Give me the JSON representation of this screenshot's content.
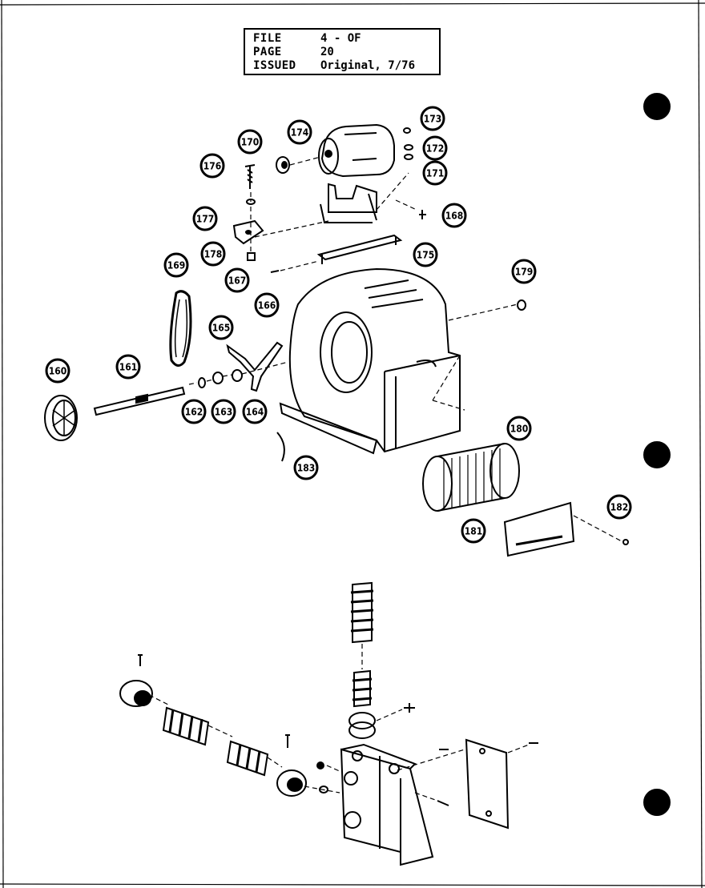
{
  "header": {
    "file_label": "FILE",
    "file_value": "4 - OF",
    "page_label": "PAGE",
    "page_value": "20",
    "issued_label": "ISSUED",
    "issued_value": "Original, 7/76"
  },
  "callouts": [
    {
      "id": "c174",
      "label": "174"
    },
    {
      "id": "c170",
      "label": "170"
    },
    {
      "id": "c173",
      "label": "173"
    },
    {
      "id": "c172",
      "label": "172"
    },
    {
      "id": "c171",
      "label": "171"
    },
    {
      "id": "c176",
      "label": "176"
    },
    {
      "id": "c177",
      "label": "177"
    },
    {
      "id": "c168",
      "label": "168"
    },
    {
      "id": "c178",
      "label": "178"
    },
    {
      "id": "c175",
      "label": "175"
    },
    {
      "id": "c167",
      "label": "167"
    },
    {
      "id": "c169",
      "label": "169"
    },
    {
      "id": "c166",
      "label": "166"
    },
    {
      "id": "c179",
      "label": "179"
    },
    {
      "id": "c165",
      "label": "165"
    },
    {
      "id": "c160",
      "label": "160"
    },
    {
      "id": "c161",
      "label": "161"
    },
    {
      "id": "c162",
      "label": "162"
    },
    {
      "id": "c163",
      "label": "163"
    },
    {
      "id": "c164",
      "label": "164"
    },
    {
      "id": "c180",
      "label": "180"
    },
    {
      "id": "c183",
      "label": "183"
    },
    {
      "id": "c182",
      "label": "182"
    },
    {
      "id": "c181",
      "label": "181"
    }
  ],
  "colors": {
    "ink": "#000000",
    "paper": "#ffffff"
  }
}
